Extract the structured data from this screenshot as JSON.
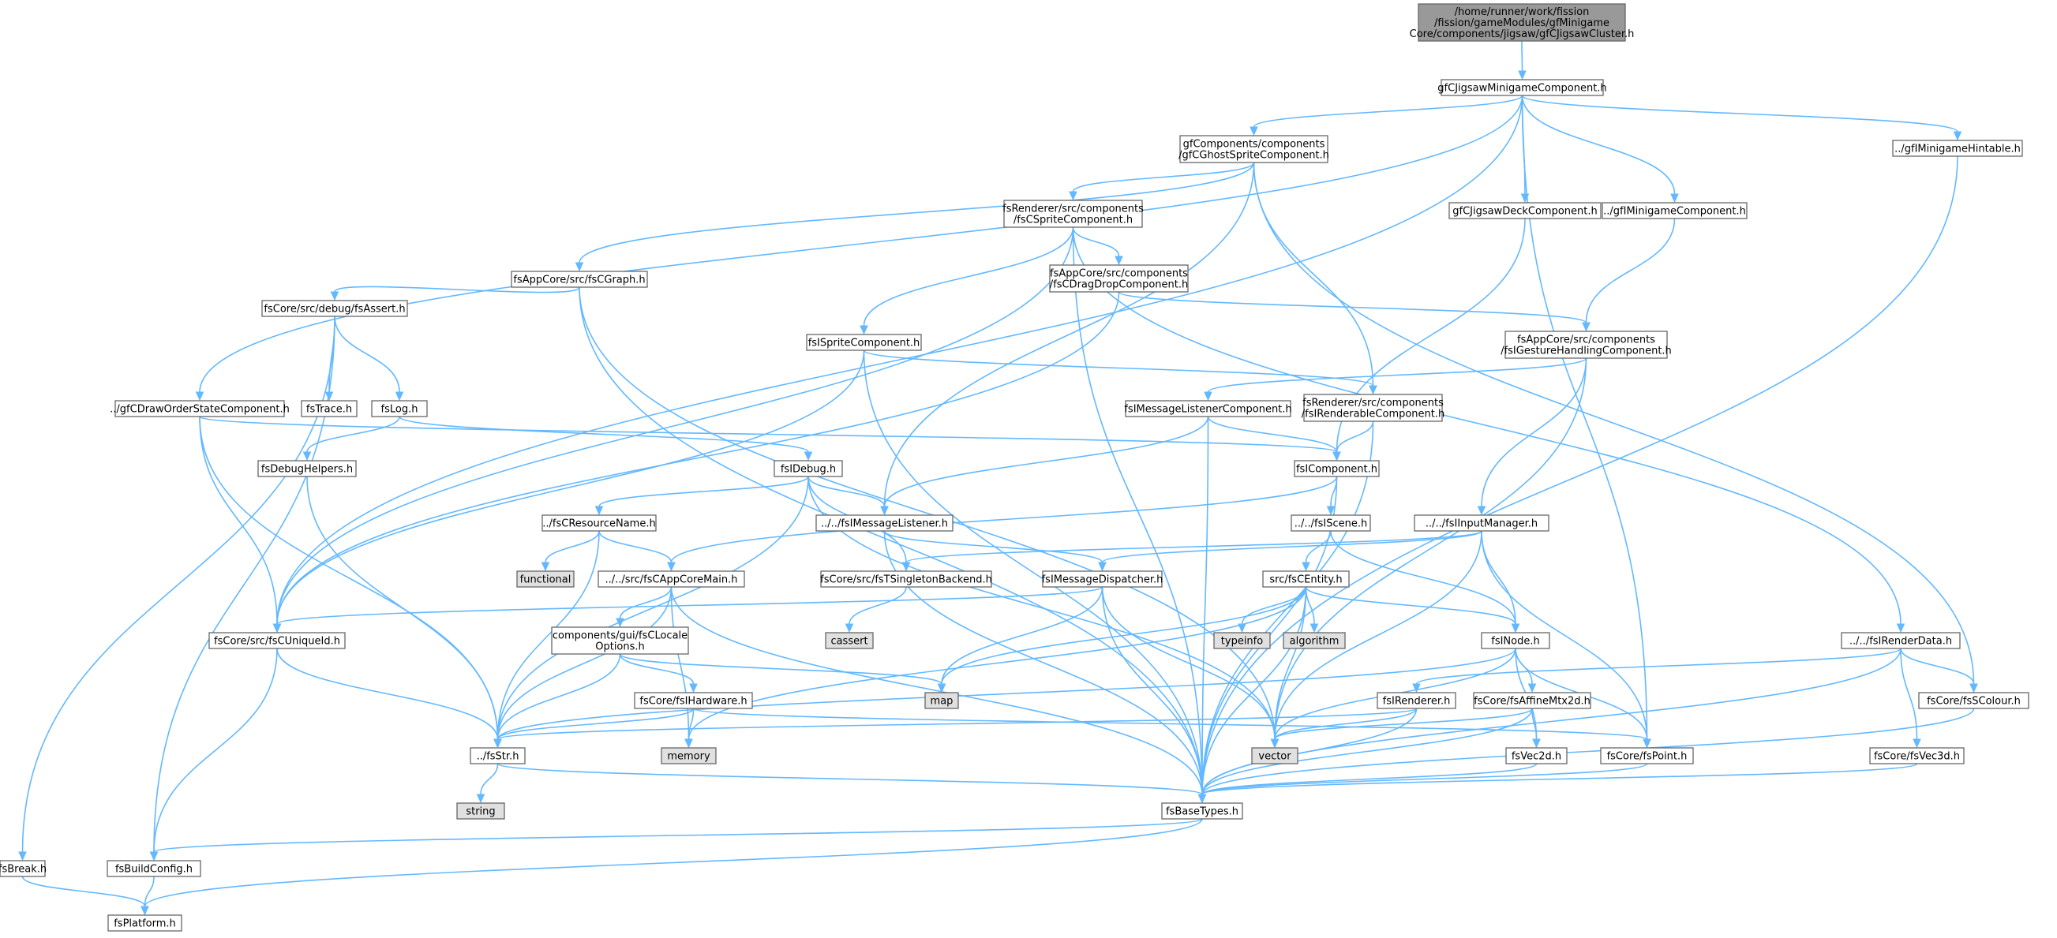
{
  "colors": {
    "node_fill": "#ffffff",
    "node_border": "#666666",
    "root_fill": "#999999",
    "system_fill": "#e0e0e0",
    "edge": "#63b8ff",
    "text": "#000000"
  },
  "nodes": [
    {
      "id": "root",
      "label": [
        "/home/runner/work/fission",
        "/fission/gameModules/gfMinigame",
        "Core/components/jigsaw/gfCJigsawCluster.h"
      ],
      "kind": "root"
    },
    {
      "id": "gfCJigsawMinigameComponent",
      "label": [
        "gfCJigsawMinigameComponent.h"
      ],
      "kind": "file"
    },
    {
      "id": "gfCGhostSprite",
      "label": [
        "gfComponents/components",
        "/gfCGhostSpriteComponent.h"
      ],
      "kind": "file"
    },
    {
      "id": "gfIMinigameHintable",
      "label": [
        "../gfIMinigameHintable.h"
      ],
      "kind": "file"
    },
    {
      "id": "gfCJigsawDeck",
      "label": [
        "gfCJigsawDeckComponent.h"
      ],
      "kind": "file"
    },
    {
      "id": "gfIMinigameComponent",
      "label": [
        "../gfIMinigameComponent.h"
      ],
      "kind": "file"
    },
    {
      "id": "fsCSpriteComponent",
      "label": [
        "fsRenderer/src/components",
        "/fsCSpriteComponent.h"
      ],
      "kind": "file"
    },
    {
      "id": "fsCGraph",
      "label": [
        "fsAppCore/src/fsCGraph.h"
      ],
      "kind": "file"
    },
    {
      "id": "fsCDragDrop",
      "label": [
        "fsAppCore/src/components",
        "/fsCDragDropComponent.h"
      ],
      "kind": "file"
    },
    {
      "id": "fsAssert",
      "label": [
        "fsCore/src/debug/fsAssert.h"
      ],
      "kind": "file"
    },
    {
      "id": "fsISpriteComponent",
      "label": [
        "fsISpriteComponent.h"
      ],
      "kind": "file"
    },
    {
      "id": "fsIGestureHandling",
      "label": [
        "fsAppCore/src/components",
        "/fsIGestureHandlingComponent.h"
      ],
      "kind": "file"
    },
    {
      "id": "gfCDrawOrderState",
      "label": [
        "../gfCDrawOrderStateComponent.h"
      ],
      "kind": "file"
    },
    {
      "id": "fsTrace",
      "label": [
        "fsTrace.h"
      ],
      "kind": "file"
    },
    {
      "id": "fsLog",
      "label": [
        "fsLog.h"
      ],
      "kind": "file"
    },
    {
      "id": "fsIMessageListenerComponent",
      "label": [
        "fsIMessageListenerComponent.h"
      ],
      "kind": "file"
    },
    {
      "id": "fsIRenderableComponent",
      "label": [
        "fsRenderer/src/components",
        "/fsIRenderableComponent.h"
      ],
      "kind": "file"
    },
    {
      "id": "fsDebugHelpers",
      "label": [
        "fsDebugHelpers.h"
      ],
      "kind": "file"
    },
    {
      "id": "fsIDebug",
      "label": [
        "fsIDebug.h"
      ],
      "kind": "file"
    },
    {
      "id": "fsIComponent",
      "label": [
        "fsIComponent.h"
      ],
      "kind": "file"
    },
    {
      "id": "fsCResourceName",
      "label": [
        "../fsCResourceName.h"
      ],
      "kind": "file"
    },
    {
      "id": "fsIMessageListener",
      "label": [
        "../../fsIMessageListener.h"
      ],
      "kind": "file"
    },
    {
      "id": "fsIScene",
      "label": [
        "../../fsIScene.h"
      ],
      "kind": "file"
    },
    {
      "id": "fsIInputManager",
      "label": [
        "../../fsIInputManager.h"
      ],
      "kind": "file"
    },
    {
      "id": "functional",
      "label": [
        "functional"
      ],
      "kind": "system"
    },
    {
      "id": "fsCAppCoreMain",
      "label": [
        "../../src/fsCAppCoreMain.h"
      ],
      "kind": "file"
    },
    {
      "id": "fsTSingletonBackend",
      "label": [
        "fsCore/src/fsTSingletonBackend.h"
      ],
      "kind": "file"
    },
    {
      "id": "fsIMessageDispatcher",
      "label": [
        "fsIMessageDispatcher.h"
      ],
      "kind": "file"
    },
    {
      "id": "fsCEntity",
      "label": [
        "src/fsCEntity.h"
      ],
      "kind": "file"
    },
    {
      "id": "fsIRenderData",
      "label": [
        "../../fsIRenderData.h"
      ],
      "kind": "file"
    },
    {
      "id": "fsCUniqueId",
      "label": [
        "fsCore/src/fsCUniqueId.h"
      ],
      "kind": "file"
    },
    {
      "id": "fsCLocaleOptions",
      "label": [
        "components/gui/fsCLocale",
        "Options.h"
      ],
      "kind": "file"
    },
    {
      "id": "cassert",
      "label": [
        "cassert"
      ],
      "kind": "system"
    },
    {
      "id": "typeinfo",
      "label": [
        "typeinfo"
      ],
      "kind": "system"
    },
    {
      "id": "algorithm",
      "label": [
        "algorithm"
      ],
      "kind": "system"
    },
    {
      "id": "fsINode",
      "label": [
        "fsINode.h"
      ],
      "kind": "file"
    },
    {
      "id": "fsSColour",
      "label": [
        "fsCore/fsSColour.h"
      ],
      "kind": "file"
    },
    {
      "id": "fsIHardware",
      "label": [
        "fsCore/fsIHardware.h"
      ],
      "kind": "file"
    },
    {
      "id": "map",
      "label": [
        "map"
      ],
      "kind": "system"
    },
    {
      "id": "fsAffineMtx2d",
      "label": [
        "fsCore/fsAffineMtx2d.h"
      ],
      "kind": "file"
    },
    {
      "id": "fsIRenderer",
      "label": [
        "fsIRenderer.h"
      ],
      "kind": "file"
    },
    {
      "id": "fsStr",
      "label": [
        "../fsStr.h"
      ],
      "kind": "file"
    },
    {
      "id": "memory",
      "label": [
        "memory"
      ],
      "kind": "system"
    },
    {
      "id": "vector",
      "label": [
        "vector"
      ],
      "kind": "system"
    },
    {
      "id": "fsVec2d",
      "label": [
        "fsVec2d.h"
      ],
      "kind": "file"
    },
    {
      "id": "fsPoint",
      "label": [
        "fsCore/fsPoint.h"
      ],
      "kind": "file"
    },
    {
      "id": "fsVec3d",
      "label": [
        "fsCore/fsVec3d.h"
      ],
      "kind": "file"
    },
    {
      "id": "string",
      "label": [
        "string"
      ],
      "kind": "system"
    },
    {
      "id": "fsBaseTypes",
      "label": [
        "fsBaseTypes.h"
      ],
      "kind": "file"
    },
    {
      "id": "fsBreak",
      "label": [
        "fsBreak.h"
      ],
      "kind": "file"
    },
    {
      "id": "fsBuildConfig",
      "label": [
        "fsBuildConfig.h"
      ],
      "kind": "file"
    },
    {
      "id": "fsPlatform",
      "label": [
        "fsPlatform.h"
      ],
      "kind": "file"
    }
  ],
  "edges": [
    [
      "root",
      "gfCJigsawMinigameComponent"
    ],
    [
      "gfCJigsawMinigameComponent",
      "gfCGhostSprite"
    ],
    [
      "gfCJigsawMinigameComponent",
      "gfIMinigameHintable"
    ],
    [
      "gfCJigsawMinigameComponent",
      "gfCJigsawDeck"
    ],
    [
      "gfCJigsawMinigameComponent",
      "gfIMinigameComponent"
    ],
    [
      "gfCJigsawMinigameComponent",
      "gfCDrawOrderState"
    ],
    [
      "gfCJigsawMinigameComponent",
      "fsCUniqueId"
    ],
    [
      "gfCJigsawMinigameComponent",
      "fsPoint"
    ],
    [
      "gfCGhostSprite",
      "fsCSpriteComponent"
    ],
    [
      "gfCGhostSprite",
      "fsCGraph"
    ],
    [
      "gfCGhostSprite",
      "fsIRenderableComponent"
    ],
    [
      "gfCGhostSprite",
      "fsIMessageListener"
    ],
    [
      "gfCGhostSprite",
      "fsSColour"
    ],
    [
      "gfIMinigameHintable",
      "fsBaseTypes"
    ],
    [
      "gfCJigsawDeck",
      "fsIComponent"
    ],
    [
      "gfIMinigameComponent",
      "fsIGestureHandling"
    ],
    [
      "fsCSpriteComponent",
      "fsCDragDrop"
    ],
    [
      "fsCSpriteComponent",
      "fsISpriteComponent"
    ],
    [
      "fsCSpriteComponent",
      "fsIRenderData"
    ],
    [
      "fsCSpriteComponent",
      "fsCUniqueId"
    ],
    [
      "fsCSpriteComponent",
      "fsBaseTypes"
    ],
    [
      "fsCGraph",
      "fsAssert"
    ],
    [
      "fsCGraph",
      "vector"
    ],
    [
      "fsCGraph",
      "fsBaseTypes"
    ],
    [
      "fsCDragDrop",
      "fsIGestureHandling"
    ],
    [
      "fsCDragDrop",
      "fsCUniqueId"
    ],
    [
      "fsAssert",
      "fsTrace"
    ],
    [
      "fsAssert",
      "fsLog"
    ],
    [
      "fsAssert",
      "fsBreak"
    ],
    [
      "fsAssert",
      "fsBuildConfig"
    ],
    [
      "fsISpriteComponent",
      "fsIRenderableComponent"
    ],
    [
      "fsISpriteComponent",
      "fsCUniqueId"
    ],
    [
      "fsISpriteComponent",
      "fsBaseTypes"
    ],
    [
      "fsIGestureHandling",
      "fsIMessageListenerComponent"
    ],
    [
      "fsIGestureHandling",
      "fsIInputManager"
    ],
    [
      "fsIGestureHandling",
      "vector"
    ],
    [
      "gfCDrawOrderState",
      "fsIComponent"
    ],
    [
      "gfCDrawOrderState",
      "fsCUniqueId"
    ],
    [
      "gfCDrawOrderState",
      "fsStr"
    ],
    [
      "fsLog",
      "fsDebugHelpers"
    ],
    [
      "fsLog",
      "fsIDebug"
    ],
    [
      "fsIMessageListenerComponent",
      "fsIComponent"
    ],
    [
      "fsIMessageListenerComponent",
      "fsIMessageListener"
    ],
    [
      "fsIMessageListenerComponent",
      "fsBaseTypes"
    ],
    [
      "fsIRenderableComponent",
      "fsIComponent"
    ],
    [
      "fsIRenderableComponent",
      "fsBaseTypes"
    ],
    [
      "fsDebugHelpers",
      "fsStr"
    ],
    [
      "fsIDebug",
      "fsCResourceName"
    ],
    [
      "fsIDebug",
      "fsIMessageListener"
    ],
    [
      "fsIDebug",
      "fsTSingletonBackend"
    ],
    [
      "fsIDebug",
      "fsStr"
    ],
    [
      "fsIDebug",
      "vector"
    ],
    [
      "fsIComponent",
      "fsIScene"
    ],
    [
      "fsIComponent",
      "fsCAppCoreMain"
    ],
    [
      "fsIComponent",
      "fsBaseTypes"
    ],
    [
      "fsCResourceName",
      "functional"
    ],
    [
      "fsCResourceName",
      "fsCAppCoreMain"
    ],
    [
      "fsCResourceName",
      "fsStr"
    ],
    [
      "fsIMessageListener",
      "fsIMessageDispatcher"
    ],
    [
      "fsIMessageListener",
      "fsBaseTypes"
    ],
    [
      "fsIScene",
      "fsCEntity"
    ],
    [
      "fsIScene",
      "fsINode"
    ],
    [
      "fsIInputManager",
      "fsTSingletonBackend"
    ],
    [
      "fsIInputManager",
      "fsIMessageDispatcher"
    ],
    [
      "fsIInputManager",
      "fsINode"
    ],
    [
      "fsIInputManager",
      "fsPoint"
    ],
    [
      "fsIInputManager",
      "vector"
    ],
    [
      "fsCAppCoreMain",
      "fsCLocaleOptions"
    ],
    [
      "fsCAppCoreMain",
      "fsStr"
    ],
    [
      "fsCAppCoreMain",
      "memory"
    ],
    [
      "fsCAppCoreMain",
      "fsBaseTypes"
    ],
    [
      "fsTSingletonBackend",
      "cassert"
    ],
    [
      "fsIMessageDispatcher",
      "fsCUniqueId"
    ],
    [
      "fsIMessageDispatcher",
      "map"
    ],
    [
      "fsIMessageDispatcher",
      "vector"
    ],
    [
      "fsIMessageDispatcher",
      "fsBaseTypes"
    ],
    [
      "fsCEntity",
      "typeinfo"
    ],
    [
      "fsCEntity",
      "algorithm"
    ],
    [
      "fsCEntity",
      "fsINode"
    ],
    [
      "fsCEntity",
      "map"
    ],
    [
      "fsCEntity",
      "memory"
    ],
    [
      "fsCEntity",
      "vector"
    ],
    [
      "fsCEntity",
      "fsBaseTypes"
    ],
    [
      "fsIRenderData",
      "fsSColour"
    ],
    [
      "fsIRenderData",
      "fsVec3d"
    ],
    [
      "fsIRenderData",
      "fsIRenderer"
    ],
    [
      "fsIRenderData",
      "fsBaseTypes"
    ],
    [
      "fsCUniqueId",
      "fsStr"
    ],
    [
      "fsCUniqueId",
      "fsBuildConfig"
    ],
    [
      "fsCLocaleOptions",
      "fsIHardware"
    ],
    [
      "fsCLocaleOptions",
      "map"
    ],
    [
      "fsCLocaleOptions",
      "fsStr"
    ],
    [
      "fsINode",
      "fsAffineMtx2d"
    ],
    [
      "fsINode",
      "fsVec2d"
    ],
    [
      "fsINode",
      "fsPoint"
    ],
    [
      "fsINode",
      "fsStr"
    ],
    [
      "fsINode",
      "vector"
    ],
    [
      "fsSColour",
      "fsBaseTypes"
    ],
    [
      "fsIHardware",
      "fsPoint"
    ],
    [
      "fsIHardware",
      "fsStr"
    ],
    [
      "fsIHardware",
      "memory"
    ],
    [
      "fsAffineMtx2d",
      "fsVec2d"
    ],
    [
      "fsAffineMtx2d",
      "vector"
    ],
    [
      "fsAffineMtx2d",
      "fsBaseTypes"
    ],
    [
      "fsIRenderer",
      "fsStr"
    ],
    [
      "fsIRenderer",
      "vector"
    ],
    [
      "fsIRenderer",
      "fsBaseTypes"
    ],
    [
      "fsStr",
      "string"
    ],
    [
      "fsStr",
      "fsBaseTypes"
    ],
    [
      "fsVec2d",
      "fsBaseTypes"
    ],
    [
      "fsPoint",
      "fsBaseTypes"
    ],
    [
      "fsVec3d",
      "fsBaseTypes"
    ],
    [
      "fsBaseTypes",
      "fsBuildConfig"
    ],
    [
      "fsBaseTypes",
      "fsPlatform"
    ],
    [
      "fsBreak",
      "fsPlatform"
    ],
    [
      "fsBuildConfig",
      "fsPlatform"
    ]
  ]
}
